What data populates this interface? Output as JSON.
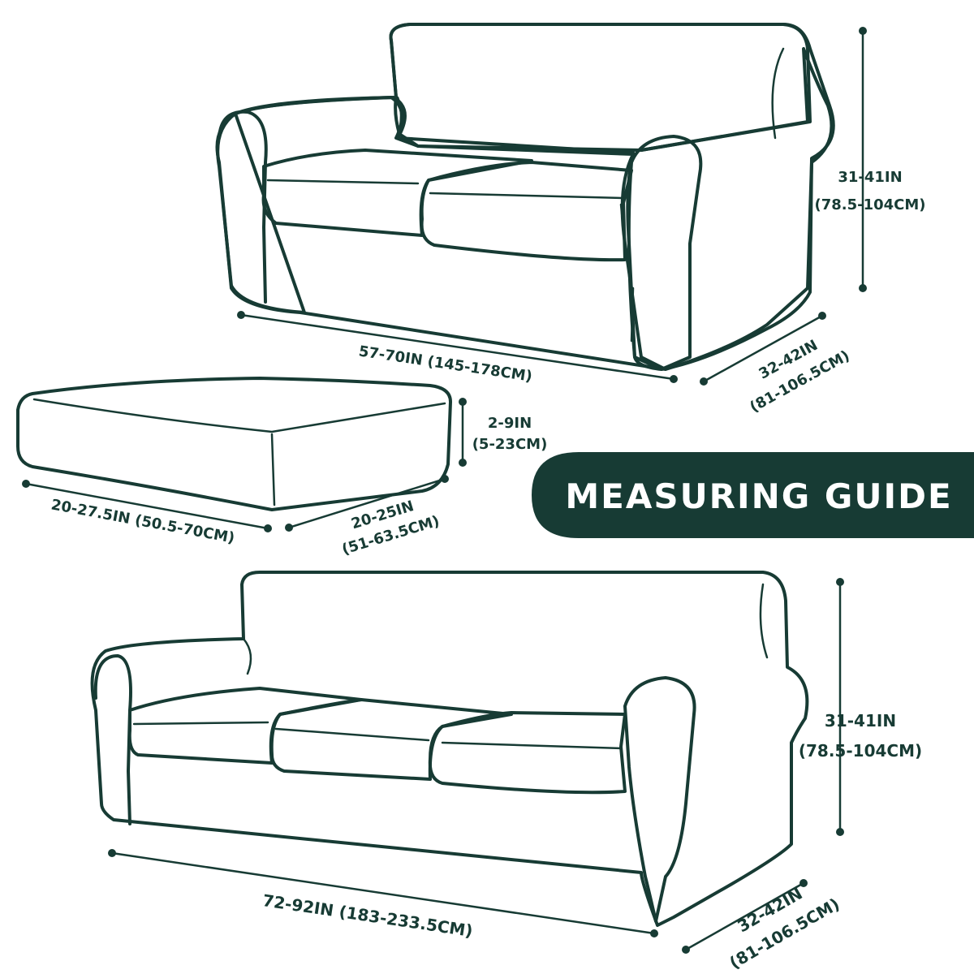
{
  "colors": {
    "fabric": "#dbe9d4",
    "outline": "#173b34",
    "banner": "#173b34",
    "banner_text": "#ffffff",
    "background": "#ffffff"
  },
  "banner": {
    "title": "MEASURING GUIDE"
  },
  "loveseat": {
    "height_in": "31-41IN",
    "height_cm": "(78.5-104CM)",
    "width": "57-70IN (145-178CM)",
    "depth_in": "32-42IN",
    "depth_cm": "(81-106.5CM)"
  },
  "cushion": {
    "thickness_in": "2-9IN",
    "thickness_cm": "(5-23CM)",
    "width": "20-27.5IN (50.5-70CM)",
    "depth_in": "20-25IN",
    "depth_cm": "(51-63.5CM)"
  },
  "sofa": {
    "height_in": "31-41IN",
    "height_cm": "(78.5-104CM)",
    "width": "72-92IN (183-233.5CM)",
    "depth_in": "32-42IN",
    "depth_cm": "(81-106.5CM)"
  }
}
